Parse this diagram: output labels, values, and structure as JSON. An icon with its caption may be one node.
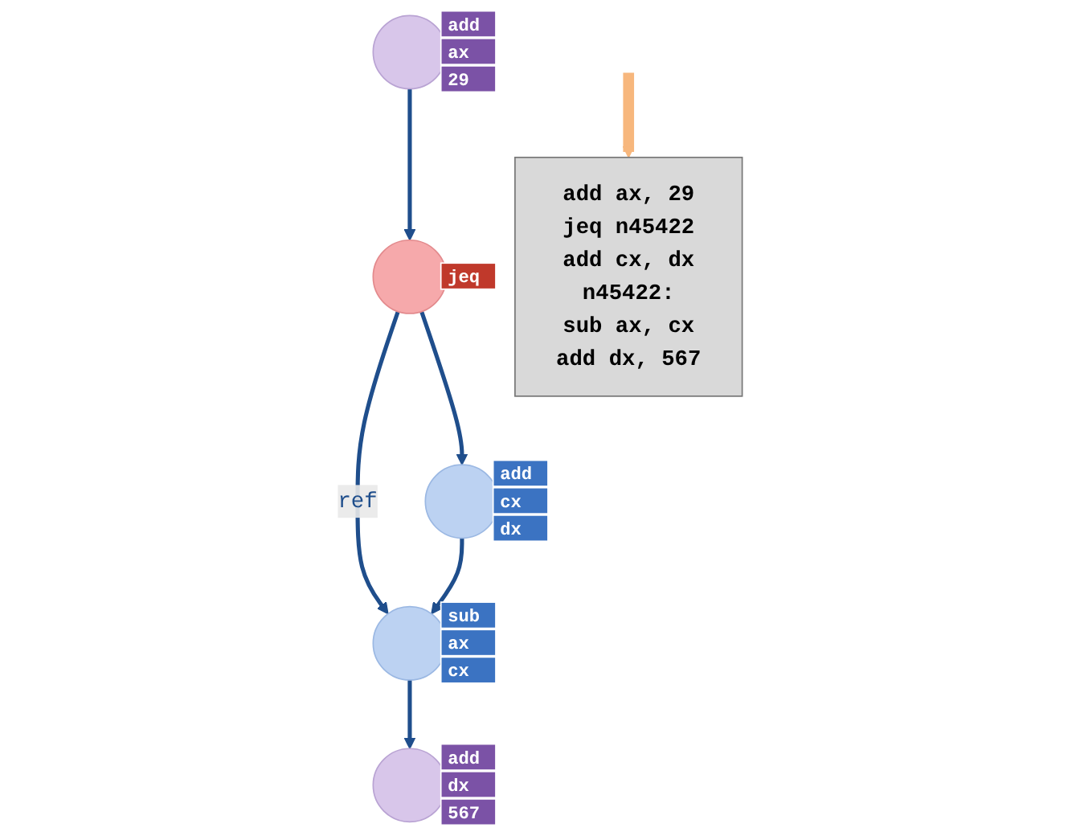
{
  "diagram": {
    "nodes": [
      {
        "text": [],
        "shape": "circle",
        "beside": [
          "add",
          "ax",
          "29"
        ]
      },
      {
        "text": [],
        "shape": "circle",
        "beside": [
          "jeq"
        ]
      },
      {
        "text": [],
        "shape": "circle",
        "beside": [
          "add",
          "cx",
          "dx"
        ]
      },
      {
        "text": [],
        "shape": "circle",
        "beside": [
          "sub",
          "ax",
          "cx"
        ]
      },
      {
        "text": [],
        "shape": "circle",
        "beside": [
          "add",
          "dx",
          "567"
        ]
      },
      {
        "text": [
          "add ax, 29",
          "jeq n45422",
          "add cx, dx",
          "n45422:",
          "sub ax, cx",
          "add dx, 567"
        ]
      }
    ],
    "edges": [
      {
        "from": 0,
        "to": 1,
        "arrow": "to"
      },
      {
        "from": 1,
        "to": 2,
        "arrow": "to"
      },
      {
        "from": 1,
        "to": 3,
        "arrow": "to",
        "label": "ref"
      },
      {
        "from": 2,
        "to": 3,
        "arrow": "to"
      },
      {
        "from": 3,
        "to": 4,
        "arrow": "to"
      },
      {
        "from": null,
        "to": 5,
        "arrow": "to",
        "style": "thick",
        "color": "#f7b77d"
      }
    ]
  }
}
